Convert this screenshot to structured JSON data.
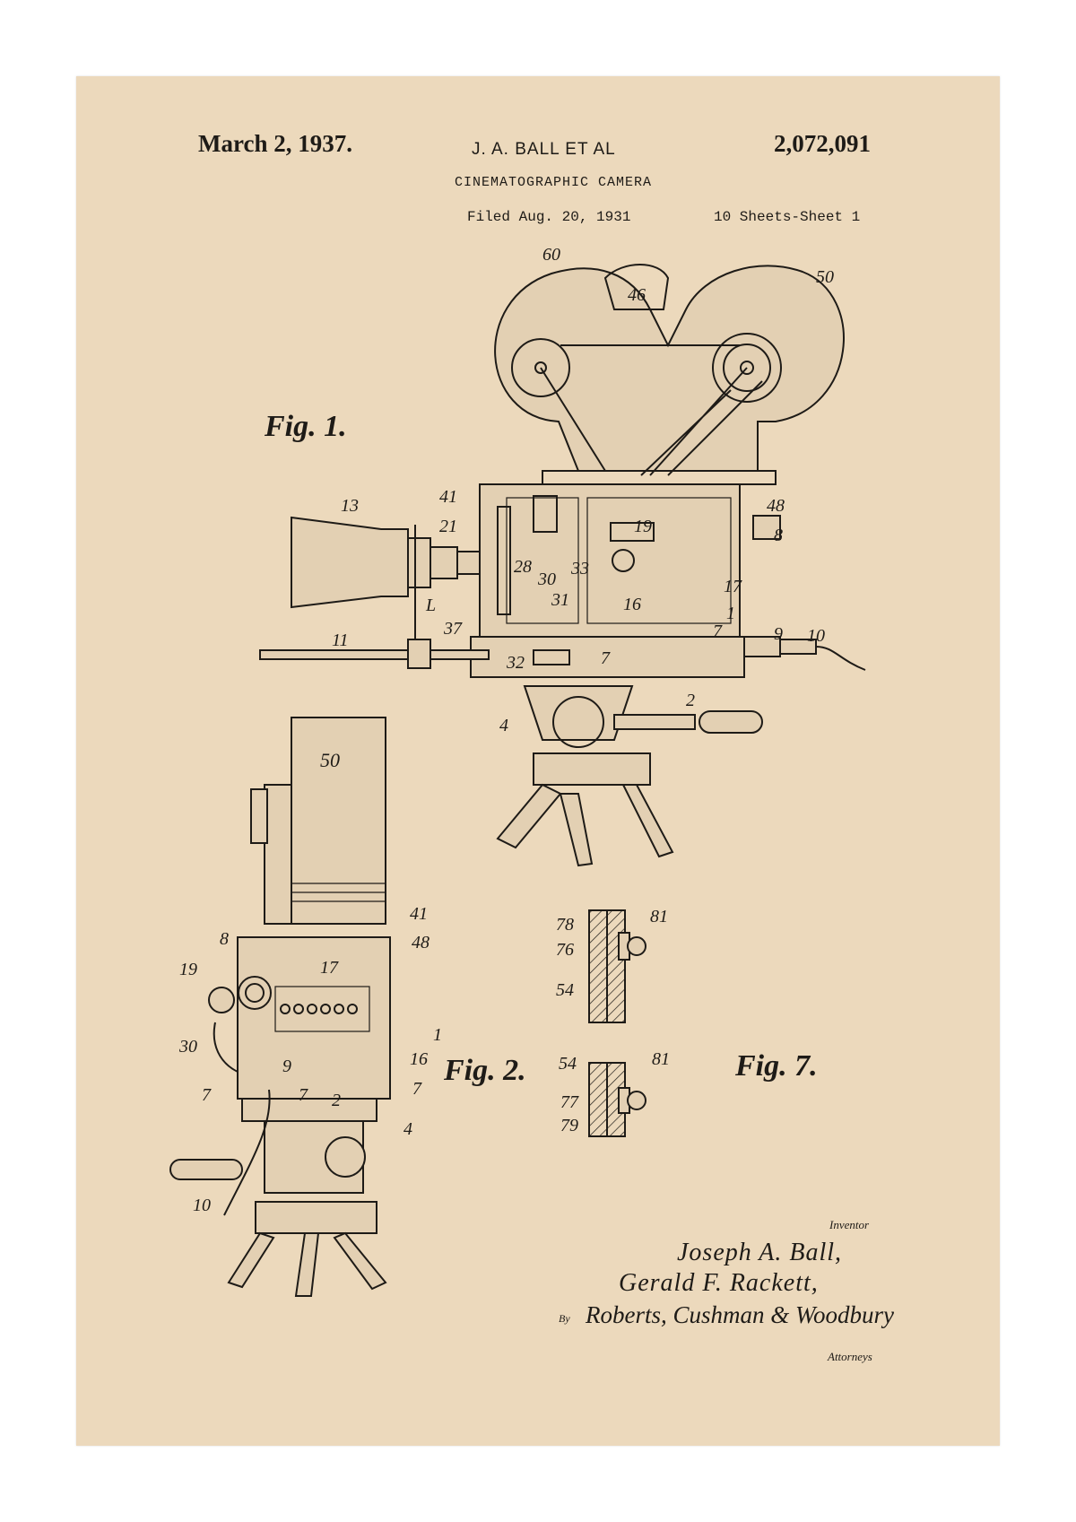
{
  "header": {
    "date": "March 2, 1937.",
    "inventor": "J. A. BALL ET AL",
    "patent_number": "2,072,091",
    "title": "CINEMATOGRAPHIC CAMERA",
    "filed": "Filed Aug. 20, 1931",
    "sheets": "10 Sheets-Sheet 1"
  },
  "figures": {
    "fig1": "Fig. 1.",
    "fig2": "Fig. 2.",
    "fig7": "Fig. 7."
  },
  "fig1_labels": {
    "l60": "60",
    "l46": "46",
    "l50": "50",
    "l41": "41",
    "l21": "21",
    "l13": "13",
    "l48": "48",
    "l8": "8",
    "l19": "19",
    "l28": "28",
    "l30": "30",
    "l33": "33",
    "l17": "17",
    "l31": "31",
    "l16": "16",
    "l1": "1",
    "l37": "37",
    "lL": "L",
    "l7a": "7",
    "l9": "9",
    "l10": "10",
    "l11": "11",
    "l32": "32",
    "l7b": "7",
    "l2": "2",
    "l4": "4"
  },
  "fig2_labels": {
    "l50": "50",
    "l41": "41",
    "l8": "8",
    "l48": "48",
    "l19": "19",
    "l17": "17",
    "l30": "30",
    "l1": "1",
    "l16": "16",
    "l9": "9",
    "l7a": "7",
    "l7b": "7",
    "l7c": "7",
    "l2": "2",
    "l4": "4",
    "l10": "10"
  },
  "fig7_labels": {
    "l78": "78",
    "l81a": "81",
    "l76": "76",
    "l54a": "54",
    "l54b": "54",
    "l81b": "81",
    "l77": "77",
    "l79": "79"
  },
  "signatures": {
    "inventor_label": "Inventor",
    "name1": "Joseph A. Ball,",
    "name2": "Gerald F. Rackett,",
    "by": "By",
    "attorneys_sig": "Roberts, Cushman & Woodbury",
    "attorneys_label": "Attorneys"
  },
  "colors": {
    "paper": "#ecd9bc",
    "ink": "#1e1b17",
    "mat": "#ffffff"
  }
}
